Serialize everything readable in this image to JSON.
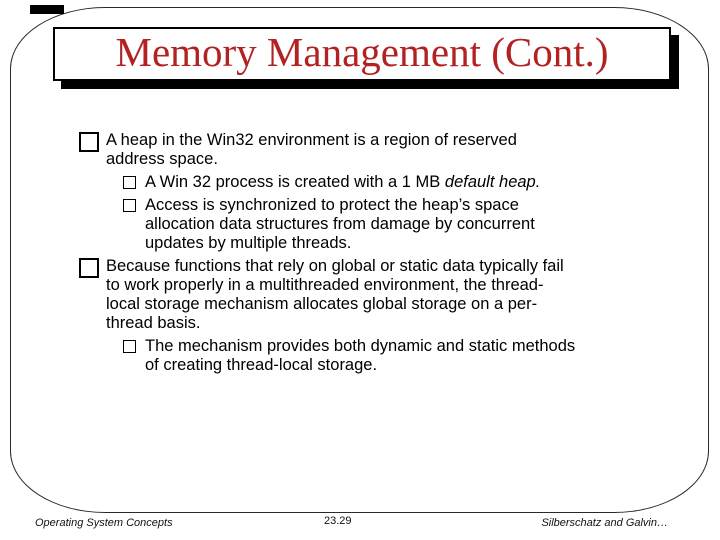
{
  "slide": {
    "title": "Memory Management (Cont.)",
    "title_color": "#b22222",
    "bullets": [
      {
        "level": 1,
        "text": "A heap in the Win32 environment is a region of reserved\naddress space."
      },
      {
        "level": 2,
        "text": "A Win 32 process is created with a 1 MB ",
        "italic": "default heap."
      },
      {
        "level": 2,
        "text": "Access is synchronized to protect the heap’s space\nallocation data structures from damage by concurrent\nupdates by multiple threads."
      },
      {
        "level": 1,
        "text": "Because functions that rely on global or static data typically fail\nto work properly in a multithreaded environment, the thread-\nlocal storage mechanism allocates global storage on a per-\nthread basis."
      },
      {
        "level": 2,
        "text": "The mechanism provides both dynamic and static methods\nof creating thread-local storage."
      }
    ]
  },
  "footer": {
    "book": "Operating System Concepts",
    "page": "23.29",
    "authors": "Silberschatz and Galvin…"
  }
}
